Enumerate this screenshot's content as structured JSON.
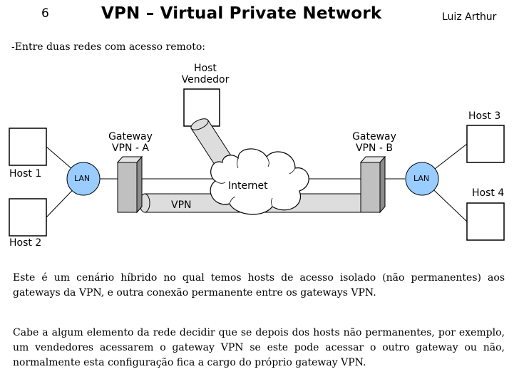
{
  "header": {
    "slide_number": "6",
    "title": "VPN – Virtual Private Network",
    "author": "Luiz Arthur"
  },
  "subtitle": "-Entre duas redes com acesso remoto:",
  "diagram": {
    "host_vendedor": [
      "Host",
      "Vendedor"
    ],
    "host1": "Host 1",
    "host2": "Host 2",
    "host3": "Host 3",
    "host4": "Host 4",
    "gateway_a": [
      "Gateway",
      "VPN - A"
    ],
    "gateway_b": [
      "Gateway",
      "VPN - B"
    ],
    "lan_left": "LAN",
    "lan_right": "LAN",
    "internet": "Internet",
    "vpn": "VPN",
    "colors": {
      "lan_fill": "#99ccff",
      "gateway_fill": "#c0c0c0",
      "tunnel_fill": "#dddddd"
    }
  },
  "paragraphs": [
    "Este é um cenário híbrido no qual temos hosts de acesso isolado (não permanentes) aos gateways da VPN, e outra conexão permanente entre os gateways VPN.",
    "Cabe a algum elemento da rede decidir que se depois dos hosts não permanentes, por exemplo, um vendedores acessarem o gateway VPN se este pode acessar o outro gateway ou não, normalmente esta configuração fica a cargo do próprio gateway VPN."
  ]
}
